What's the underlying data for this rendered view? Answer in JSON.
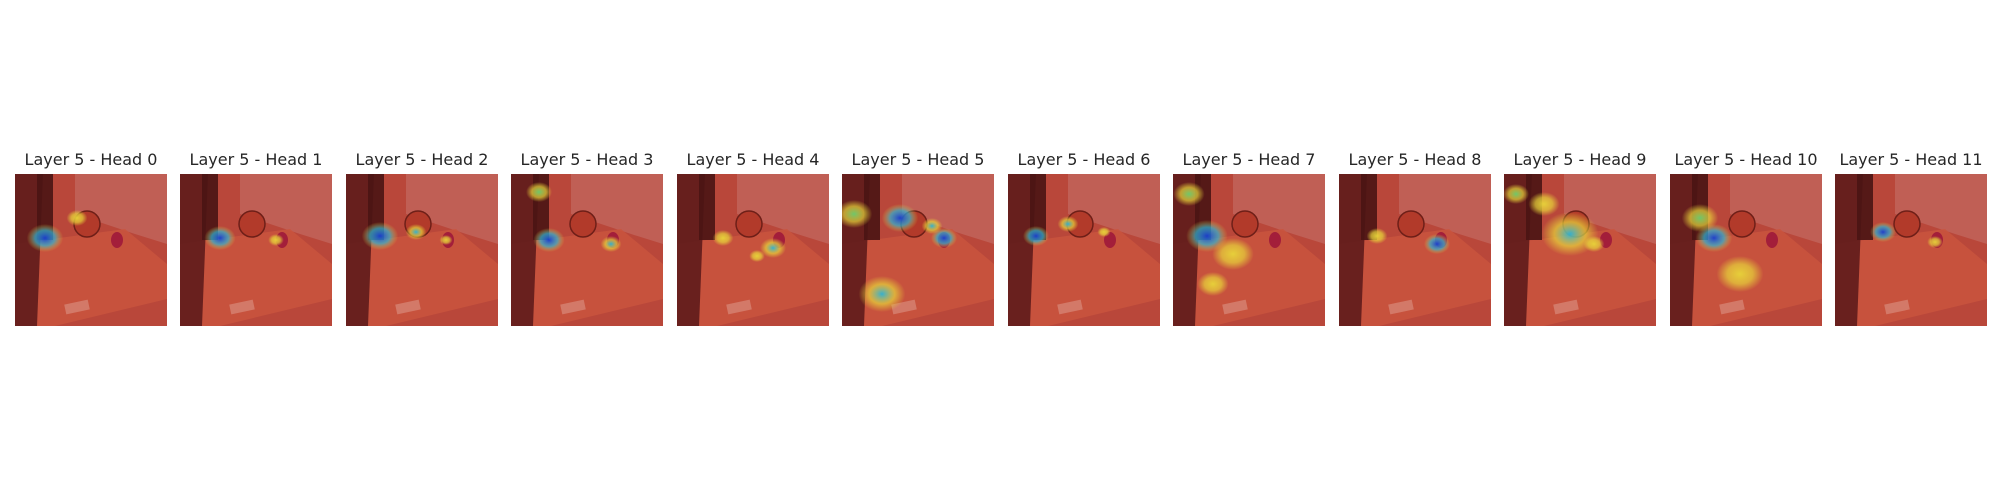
{
  "figure": {
    "panels": [
      {
        "title": "Layer 5 - Head 0",
        "image": "attention heatmap overlay on scene with kettle, cup and drawers"
      },
      {
        "title": "Layer 5 - Head 1",
        "image": "attention heatmap overlay"
      },
      {
        "title": "Layer 5 - Head 2",
        "image": "attention heatmap overlay"
      },
      {
        "title": "Layer 5 - Head 3",
        "image": "attention heatmap overlay"
      },
      {
        "title": "Layer 5 - Head 4",
        "image": "attention heatmap overlay"
      },
      {
        "title": "Layer 5 - Head 5",
        "image": "attention heatmap overlay"
      },
      {
        "title": "Layer 5 - Head 6",
        "image": "attention heatmap overlay"
      },
      {
        "title": "Layer 5 - Head 7",
        "image": "attention heatmap overlay"
      },
      {
        "title": "Layer 5 - Head 8",
        "image": "attention heatmap overlay"
      },
      {
        "title": "Layer 5 - Head 9",
        "image": "attention heatmap overlay"
      },
      {
        "title": "Layer 5 - Head 10",
        "image": "attention heatmap overlay"
      },
      {
        "title": "Layer 5 - Head 11",
        "image": "attention heatmap overlay"
      }
    ]
  },
  "colors": {
    "background": "#ffffff",
    "title_text": "#262626",
    "base_red": "#b9473a",
    "dark_red": "#5e1b1b",
    "yellow": "#e8d53a",
    "green": "#6fcf6f",
    "cyan": "#2fb5d6",
    "blue": "#1a3fd0"
  }
}
